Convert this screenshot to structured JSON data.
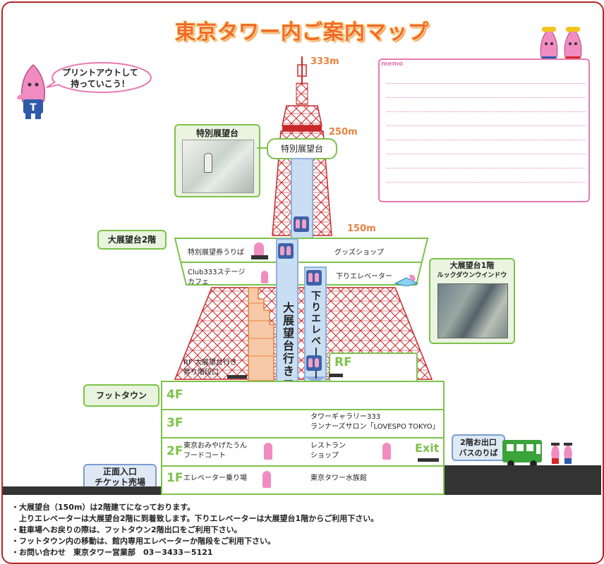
{
  "title": "東京タワー内ご案内マップ",
  "bubble": {
    "line1": "プリントアウトして",
    "line2": "持っていこう！"
  },
  "memo": {
    "label": "memo"
  },
  "heights": {
    "top": "333m",
    "special": "250m",
    "main": "150m"
  },
  "special_deck": {
    "tab": "特別展望台",
    "sign": "特別展望台"
  },
  "main_deck_2f": {
    "tab": "大展望台2階",
    "ticket": "特別展望券うりば",
    "goods": "グッズショップ",
    "club_line1": "Club333ステージ",
    "club_line2": "カフェ",
    "down_elevator": "下りエレベーター"
  },
  "main_deck_1f": {
    "tab_line1": "大展望台1階",
    "tab_line2": "ルックダウンウインドウ"
  },
  "elevator_up": "大展望台行きエレベーター",
  "elevator_down": "下りエレベーター",
  "rf": {
    "label": "RF",
    "stairs_line1": "RF 大展望台行き",
    "stairs_line2": "昇り階段口"
  },
  "foottown": {
    "tab": "フットタウン",
    "f4": "4F",
    "f3": "3F",
    "f3_right_line1": "タワーギャラリー333",
    "f3_right_line2": "ランナーズサロン「LOVESPO TOKYO」",
    "f2": "2F",
    "f2_left_line1": "東京おみやげたうん",
    "f2_left_line2": "フードコート",
    "f2_right_line1": "レストラン",
    "f2_right_line2": "ショップ",
    "exit": "Exit",
    "f1": "1F",
    "f1_left": "エレベーター乗り場",
    "f1_right": "東京タワー水族館"
  },
  "entrance": {
    "line1": "正面入口",
    "line2": "チケット売場"
  },
  "bus": {
    "line1": "2階お出口",
    "line2": "バスのりば"
  },
  "notes": [
    "・大展望台（150m）は2階建てになっております。",
    "　上りエレベーターは大展望台2階に到着致します。下りエレベーターは大展望台1階からご利用下さい。",
    "・駐車場へお戻りの際は、フットタウン2階出口をご利用下さい。",
    "・フットタウン内の移動は、館内専用エレベーターか階段をご利用下さい。",
    "・お問い合わせ　東京タワー営業部　03－3433－5121"
  ],
  "colors": {
    "frame": "#b8262a",
    "title": "#f26a2a",
    "green": "#7dc24a",
    "elevator": "#c9def3",
    "tower": "#c8282a",
    "memo": "#e77ab2"
  }
}
